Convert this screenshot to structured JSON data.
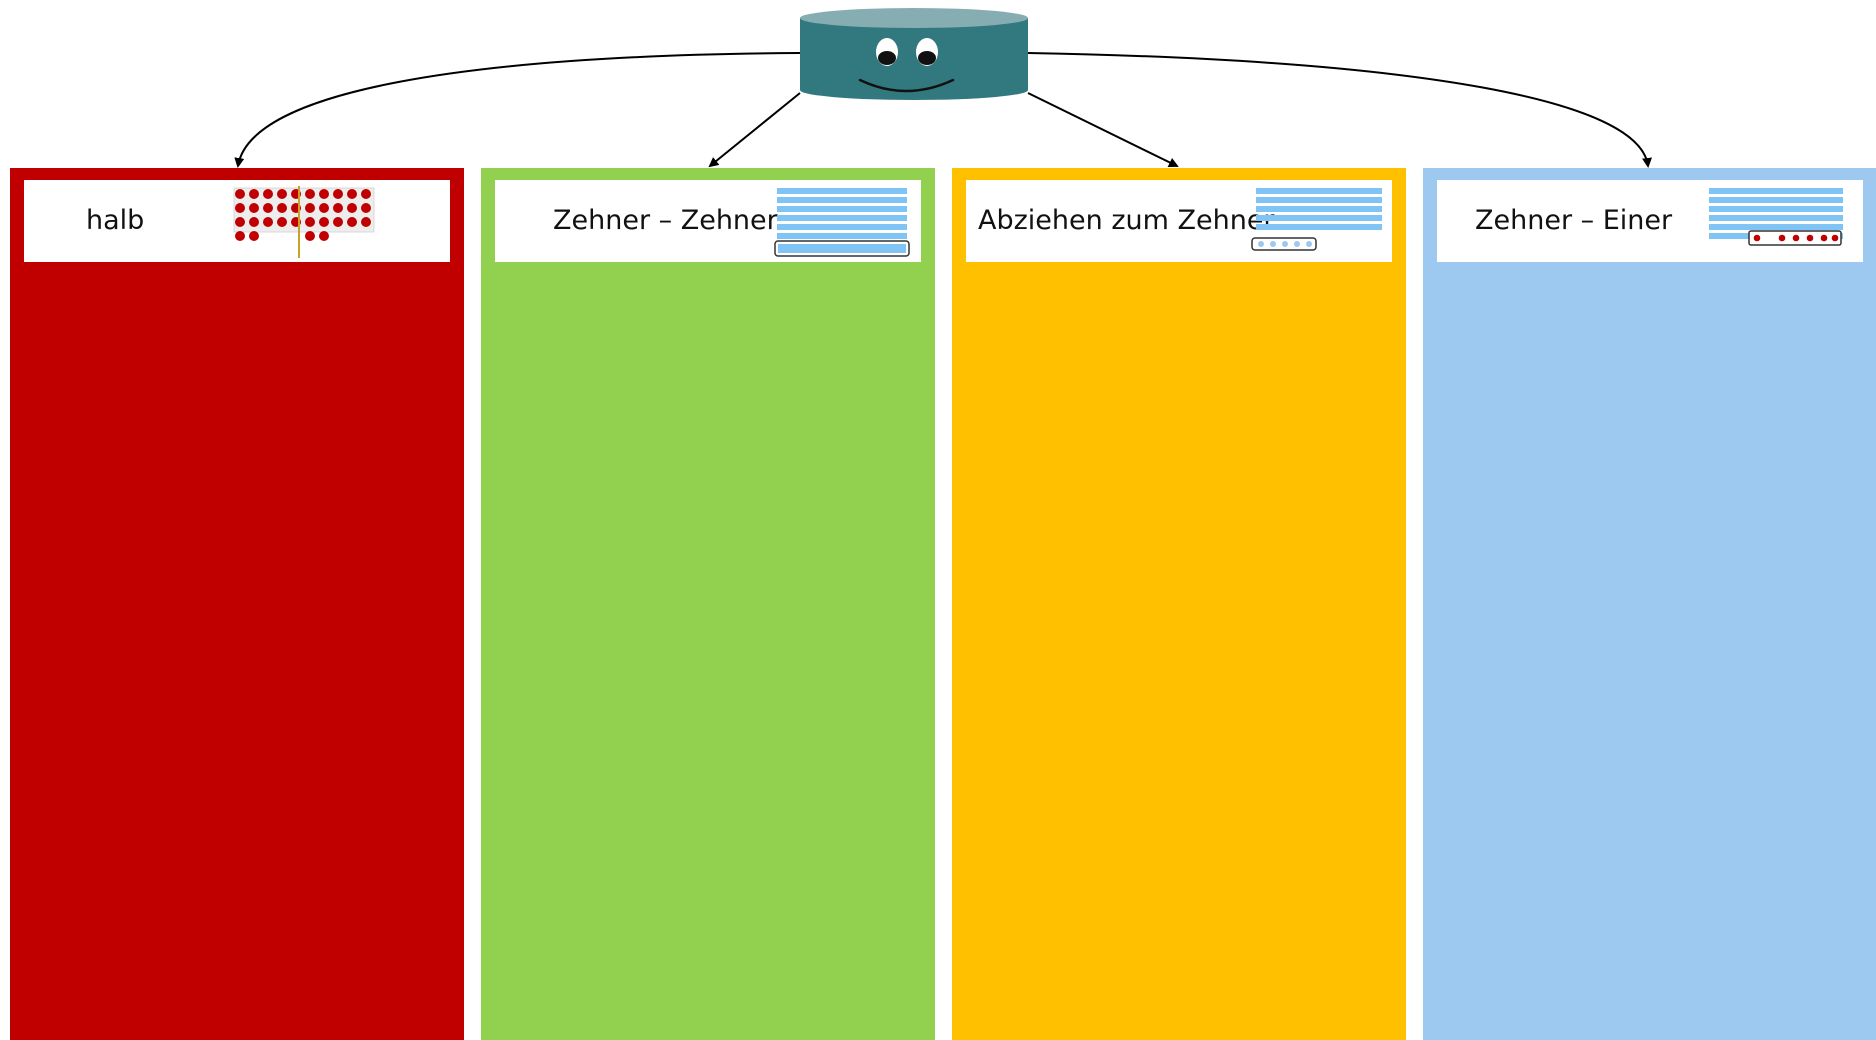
{
  "colors": {
    "red": "#C00000",
    "green": "#92D050",
    "orange": "#FFC000",
    "blue": "#9DC9F0",
    "mascot_body": "#31787F",
    "mascot_top": "#86AEB2",
    "dot_red": "#C00000",
    "ten_strip": "#7FC4F5"
  },
  "mascot": {
    "icon": "teal-cylinder-face-icon"
  },
  "columns": [
    {
      "key": "red",
      "label": "halb",
      "illustration": "twenty-field-dots-icon"
    },
    {
      "key": "green",
      "label": "Zehner – Zehner",
      "illustration": "ten-strips-icon"
    },
    {
      "key": "orange",
      "label": "Abziehen zum Zehner",
      "illustration": "ten-strips-with-ones-icon"
    },
    {
      "key": "blue",
      "label": "Zehner – Einer",
      "illustration": "ten-strips-with-red-ones-icon"
    }
  ]
}
